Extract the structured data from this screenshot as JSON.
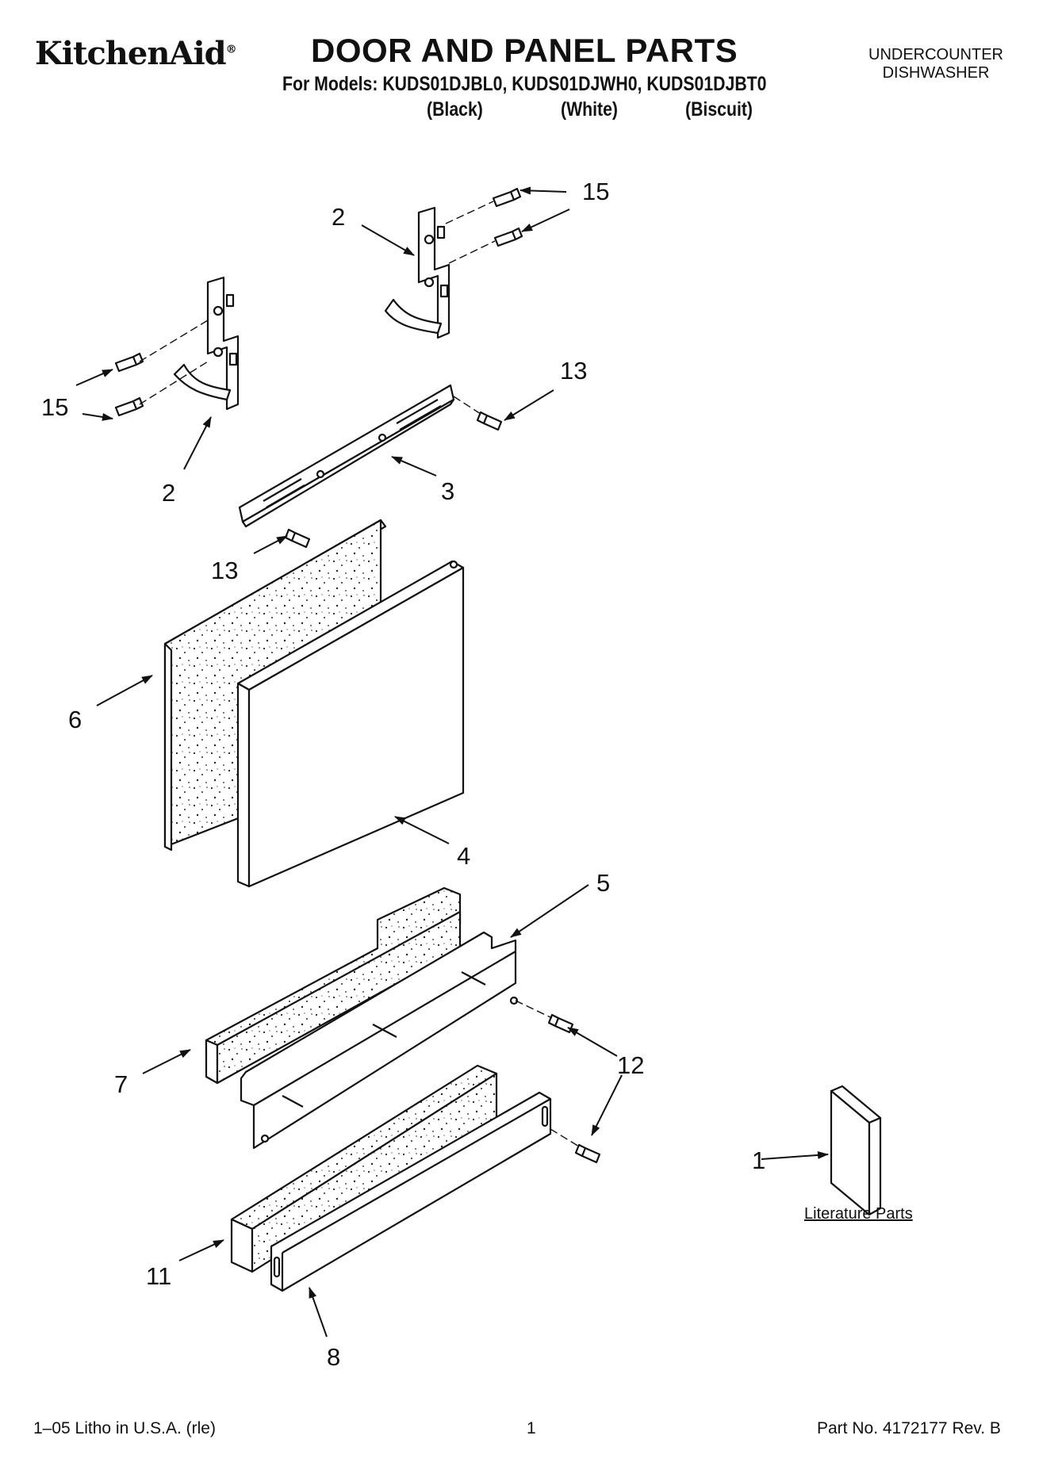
{
  "header": {
    "brand": "KitchenAid",
    "brand_mark": "®",
    "title": "DOOR AND PANEL PARTS",
    "models_line": "For Models: KUDS01DJBL0, KUDS01DJWH0, KUDS01DJBT0",
    "variants": [
      "(Black)",
      "(White)",
      "(Biscuit)"
    ],
    "product_line1": "UNDERCOUNTER",
    "product_line2": "DISHWASHER"
  },
  "callouts": [
    "15",
    "2",
    "15",
    "13",
    "2",
    "3",
    "13",
    "6",
    "4",
    "5",
    "12",
    "7",
    "1",
    "11",
    "8"
  ],
  "literature_label": "Literature Parts",
  "footer": {
    "left": "1–05 Litho in U.S.A. (rle)",
    "center": "1",
    "right": "Part No. 4172177 Rev. B"
  }
}
